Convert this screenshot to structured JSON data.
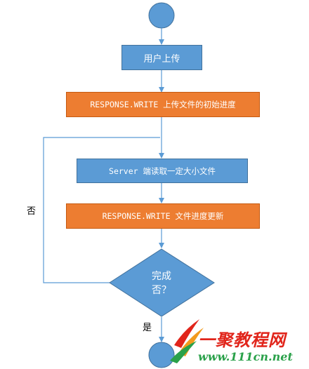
{
  "nodes": {
    "upload": "用户上传",
    "write_initial": "RESPONSE.WRITE 上传文件的初始进度",
    "server_read": "Server 端读取一定大小文件",
    "write_update": "RESPONSE.WRITE 文件进度更新",
    "decision_line1": "完成",
    "decision_line2": "否？"
  },
  "edges": {
    "no_label": "否",
    "yes_label": "是"
  },
  "watermark": {
    "name": "一聚教程网",
    "url": "www.111cn.net"
  },
  "colors": {
    "blue": "#5b9bd5",
    "blue_border": "#41719c",
    "orange": "#ed7d31",
    "orange_border": "#c55a11",
    "connector": "#5b9bd5",
    "watermark_red": "#e1251b",
    "watermark_green": "#2aa14a"
  }
}
